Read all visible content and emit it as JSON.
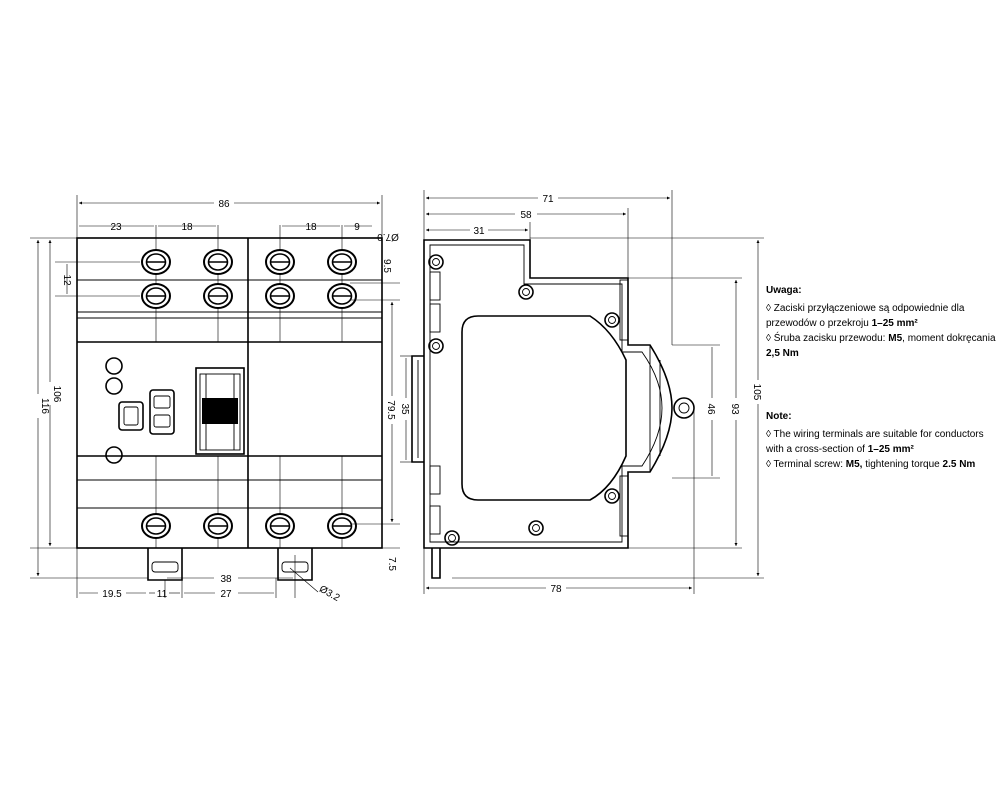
{
  "front_view": {
    "dim_width": "86",
    "dim_left_terminal_offset": "23",
    "dim_left_terminal_pitch": "18",
    "dim_right_terminal_pitch": "18",
    "dim_right_terminal_edge": "9",
    "dim_chamfer": "Ø7.0",
    "dim_terminal_row_offset": "9.5",
    "dim_row_spacing": "12",
    "dim_height_inner": "106",
    "dim_height_total": "116",
    "dim_mount_height": "79.5",
    "dim_bottom_offset": "7.5",
    "dim_mount_spacing": "38",
    "dim_bottom_left": "19.5",
    "dim_bottom_mid": "11",
    "dim_bottom_right": "27",
    "dim_hole": "Ø3.2"
  },
  "side_view": {
    "dim_depth": "71",
    "dim_depth_mid": "58",
    "dim_depth_front": "31",
    "dim_rail": "35",
    "dim_front_face": "46",
    "dim_body": "93",
    "dim_height": "105",
    "dim_total_depth": "78"
  },
  "notes_pl": {
    "title": "Uwaga:",
    "line1_prefix": "◊ Zaciski przyłączeniowe są odpowiednie dla przewodów o przekroju ",
    "line1_bold": "1–25 mm²",
    "line2_prefix": "◊ Śruba zacisku przewodu: ",
    "line2_bold1": "M5",
    "line2_mid": ", moment dokręcania ",
    "line2_bold2": "2,5 Nm"
  },
  "notes_en": {
    "title": "Note:",
    "line1_prefix": "◊ The wiring terminals are suitable for conductors with a cross-section of ",
    "line1_bold": "1–25 mm²",
    "line2_prefix": "◊ Terminal screw: ",
    "line2_bold1": "M5,",
    "line2_mid": " tightening torque ",
    "line2_bold2": "2.5 Nm"
  }
}
